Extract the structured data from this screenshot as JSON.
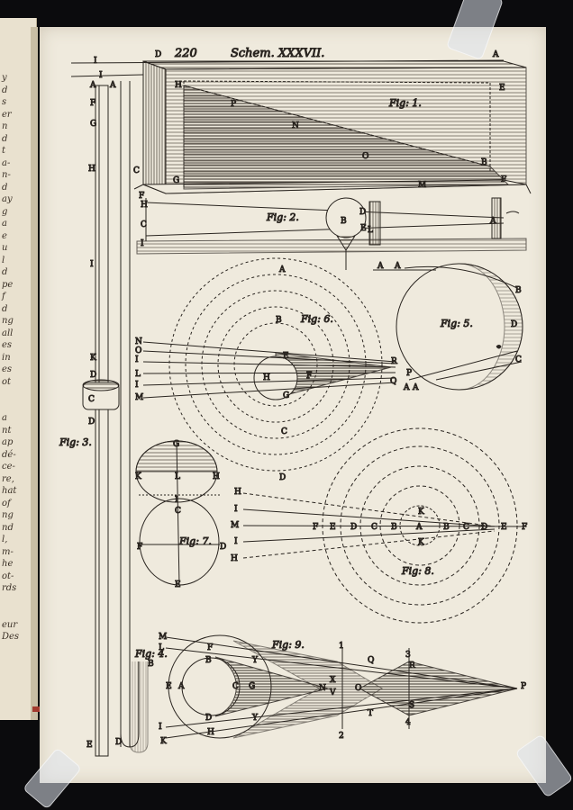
{
  "header": {
    "page_number": "220",
    "title": "Schem. XXXVII."
  },
  "figures": {
    "fig1": "Fig: 1.",
    "fig2": "Fig: 2.",
    "fig3": "Fig: 3.",
    "fig4": "Fig: 4.",
    "fig5": "Fig: 5.",
    "fig6": "Fig: 6.",
    "fig7": "Fig: 7.",
    "fig8": "Fig: 8.",
    "fig9": "Fig: 9."
  },
  "left_page_margin": "y\nd\ns\ner\nn\nd\nt\na-\nn-\nd\nay\ng\na\ne\nu\nl\nd\npe\nf\nd\nng\nall\nes\nin\nes\not\n\n\na\nnt\nap\ndé-\nce-\nre,\nhat\nof\nng\nnd\nl,\nm-\nhe\not-\nrds\n\n\neur\nDes",
  "letters": {
    "A": "A",
    "B": "B",
    "C": "C",
    "D": "D",
    "E": "E",
    "F": "F",
    "G": "G",
    "H": "H",
    "I": "I",
    "K": "K",
    "L": "L",
    "M": "M",
    "N": "N",
    "O": "O",
    "P": "P",
    "Q": "Q",
    "R": "R",
    "S": "S",
    "T": "T",
    "V": "V",
    "X": "X",
    "Y": "Y",
    "one": "1",
    "two": "2",
    "three": "3",
    "four": "4"
  }
}
